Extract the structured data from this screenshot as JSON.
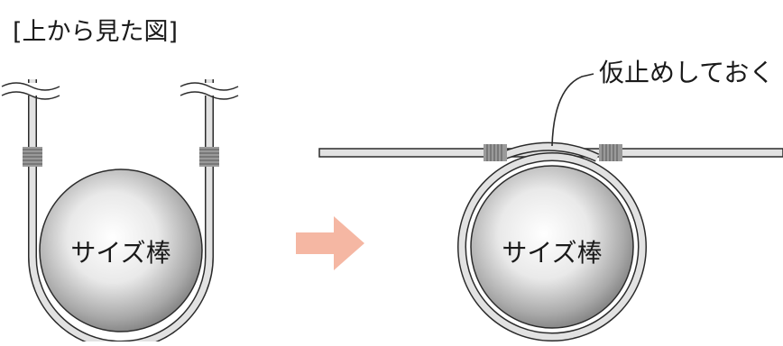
{
  "heading": "[上から見た図]",
  "left_figure": {
    "rod_label": "サイズ棒"
  },
  "right_figure": {
    "rod_label": "サイズ棒",
    "callout": "仮止めしておく"
  },
  "arrow": {
    "direction": "right"
  },
  "colors": {
    "wire_fill": "#e2e2e2",
    "outline": "#2b2b2b",
    "wrap": "#8f8f8f",
    "arrow": "#f5b7a3",
    "sphere_light": "#ffffff",
    "sphere_dark": "#7a7a7a"
  }
}
